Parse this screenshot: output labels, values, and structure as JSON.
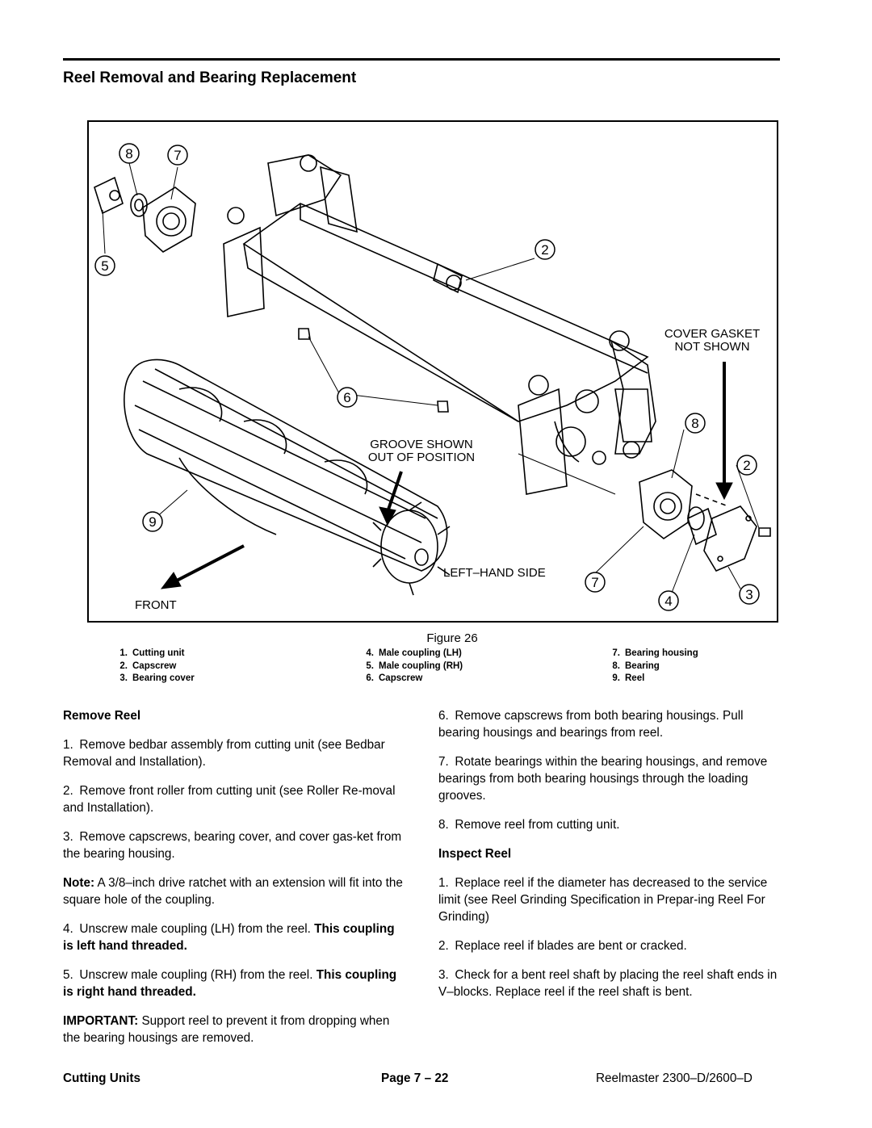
{
  "header": {
    "title": "Reel Removal and Bearing Replacement"
  },
  "figure": {
    "caption": "Figure 26",
    "callouts": {
      "c8a": "8",
      "c7a": "7",
      "c5": "5",
      "c2a": "2",
      "c6": "6",
      "c8b": "8",
      "c2b": "2",
      "c9": "9",
      "c7b": "7",
      "c4": "4",
      "c3": "3"
    },
    "labels": {
      "cover_gasket_1": "COVER GASKET",
      "cover_gasket_2": "NOT SHOWN",
      "groove_1": "GROOVE SHOWN",
      "groove_2": "OUT OF POSITION",
      "left_hand_side": "LEFT–HAND SIDE",
      "front": "FRONT"
    },
    "legend": [
      [
        {
          "num": "1.",
          "text": "Cutting unit"
        },
        {
          "num": "2.",
          "text": "Capscrew"
        },
        {
          "num": "3.",
          "text": "Bearing cover"
        }
      ],
      [
        {
          "num": "4.",
          "text": "Male coupling (LH)"
        },
        {
          "num": "5.",
          "text": "Male coupling (RH)"
        },
        {
          "num": "6.",
          "text": "Capscrew"
        }
      ],
      [
        {
          "num": "7.",
          "text": "Bearing housing"
        },
        {
          "num": "8.",
          "text": "Bearing"
        },
        {
          "num": "9.",
          "text": "Reel"
        }
      ]
    ]
  },
  "left": {
    "heading": "Remove Reel",
    "p1": "1. Remove bedbar assembly from cutting unit (see Bedbar Removal and Installation).",
    "p2": "2. Remove front roller from cutting unit (see Roller Re-moval and Installation).",
    "p3": "3. Remove capscrews, bearing cover, and cover gas-ket from the bearing housing.",
    "note_label": "Note:",
    "note_text": "A 3/8–inch drive ratchet with an extension will fit into the square hole of the coupling.",
    "p4_text": "4. Unscrew male coupling (LH) from the reel.",
    "p4_bold": "This coupling is left hand threaded.",
    "p5_text": "5. Unscrew male coupling (RH) from the reel.",
    "p5_bold": "This coupling is right hand threaded.",
    "important_label": "IMPORTANT:",
    "important_text": "Support reel to prevent it from dropping when the bearing housings are removed."
  },
  "right": {
    "p6": "6. Remove capscrews from both bearing housings. Pull bearing housings and bearings from reel.",
    "p7": "7. Rotate bearings within the bearing housings, and remove bearings from both bearing housings through the loading grooves.",
    "p8": "8. Remove reel from cutting unit.",
    "heading": "Inspect Reel",
    "i1": "1. Replace reel if the diameter has decreased to the service limit (see Reel Grinding Specification in Prepar-ing Reel For Grinding)",
    "i2": "2. Replace reel if blades are bent or cracked.",
    "i3": "3. Check for a bent reel shaft by placing the reel shaft ends in V–blocks. Replace reel if the reel shaft is bent."
  },
  "footer": {
    "left": "Cutting Units",
    "center": "Page 7 – 22",
    "right": "Reelmaster 2300–D/2600–D"
  }
}
